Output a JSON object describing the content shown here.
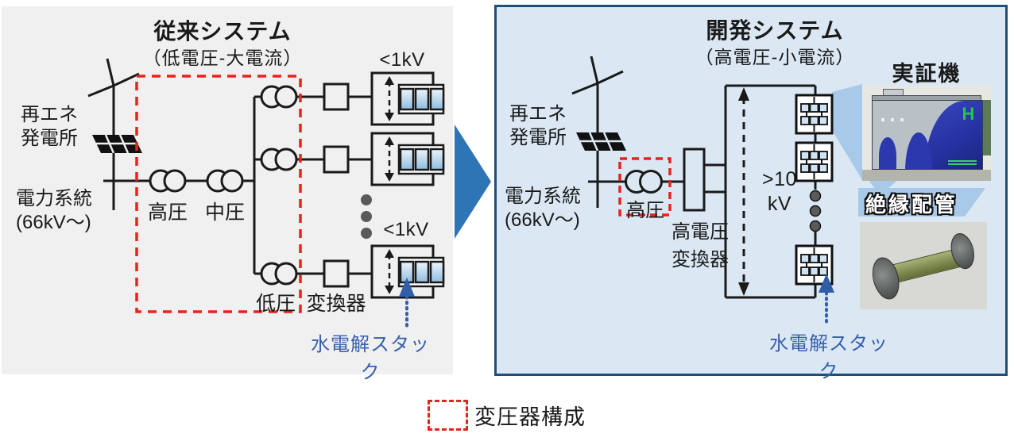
{
  "colors": {
    "left_panel_bg": "#f0f0f0",
    "right_panel_bg": "#dbe8f4",
    "right_panel_border": "#1f4e79",
    "flow_arrow_blue": "#2e75b6",
    "highlight_red": "#e8231e",
    "stack_text_blue": "#3760ac",
    "callout_blue": "#a9c9e8",
    "circuit_line": "#1a1a1a",
    "cell_fill_top": "#eef6fc",
    "cell_fill_bottom": "#8fbcdf"
  },
  "left_panel": {
    "title": "従来システム",
    "subtitle": "（低電圧-大電流）",
    "source": {
      "renewable_line1": "再エネ",
      "renewable_line2": "発電所",
      "grid_line1": "電力系統",
      "grid_line2": "(66kV〜)"
    },
    "transformers": {
      "high": "高圧",
      "mid": "中圧",
      "low": "低圧"
    },
    "converter_label": "変換器",
    "voltage_top": "<1kV",
    "voltage_bottom": "<1kV",
    "stack_label": "水電解スタック"
  },
  "right_panel": {
    "title": "開発システム",
    "subtitle": "（高電圧-小電流）",
    "source": {
      "renewable_line1": "再エネ",
      "renewable_line2": "発電所",
      "grid_line1": "電力系統",
      "grid_line2": "(66kV〜)"
    },
    "transformer_high": "高圧",
    "converter_line1": "高電圧",
    "converter_line2": "変換器",
    "voltage_line1": ">10",
    "voltage_line2": "kV",
    "stack_label": "水電解スタック",
    "demo_label": "実証機",
    "demo_badge": "H",
    "pipe_label": "絶縁配管"
  },
  "legend": {
    "label": "変圧器構成"
  }
}
